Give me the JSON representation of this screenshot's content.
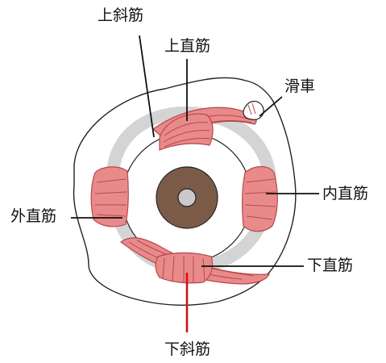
{
  "labels": {
    "superior_oblique": "上斜筋",
    "superior_rectus": "上直筋",
    "trochlea": "滑車",
    "medial_rectus": "内直筋",
    "lateral_rectus": "外直筋",
    "inferior_rectus": "下直筋",
    "inferior_oblique": "下斜筋"
  },
  "colors": {
    "muscle": "#e88a8a",
    "muscle_stroke": "#b7474c",
    "iris": "#7b5b48",
    "pupil": "#c9c9c9",
    "gray_shade": "#c9c9c9",
    "outline": "#222222",
    "highlight_line": "#d0121b",
    "leader_line": "#111111"
  }
}
